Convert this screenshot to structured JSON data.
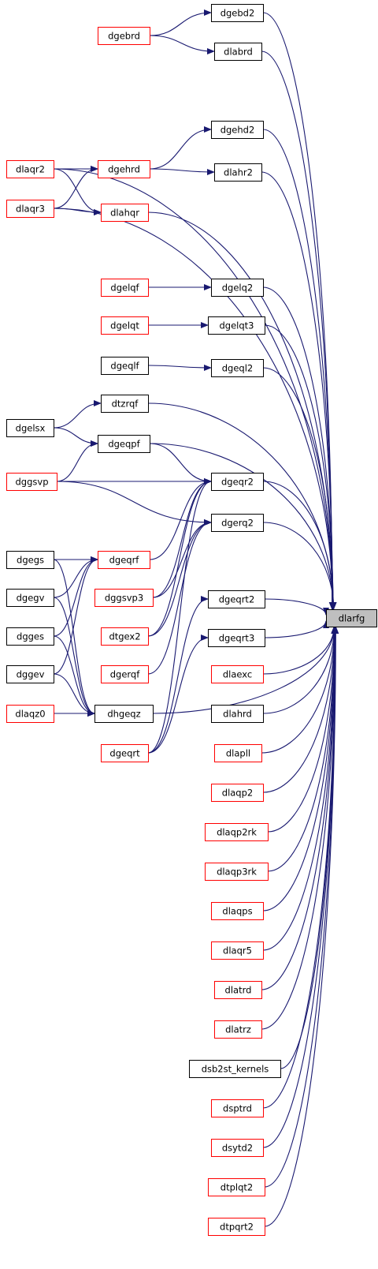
{
  "root": "dlarfg",
  "colors": {
    "edge": "#191970",
    "link_border": "#000000",
    "alt_border": "#ff0000",
    "root_fill": "#bfbfbf"
  },
  "nodes": [
    {
      "id": "dlarfg",
      "label": "dlarfg",
      "style": "root"
    },
    {
      "id": "dgebd2",
      "label": "dgebd2",
      "style": "black"
    },
    {
      "id": "dgebrd",
      "label": "dgebrd",
      "style": "red"
    },
    {
      "id": "dlabrd",
      "label": "dlabrd",
      "style": "black"
    },
    {
      "id": "dgehd2",
      "label": "dgehd2",
      "style": "black"
    },
    {
      "id": "dlaqr2",
      "label": "dlaqr2",
      "style": "red"
    },
    {
      "id": "dgehrd",
      "label": "dgehrd",
      "style": "red"
    },
    {
      "id": "dlahr2",
      "label": "dlahr2",
      "style": "black"
    },
    {
      "id": "dlaqr3",
      "label": "dlaqr3",
      "style": "red"
    },
    {
      "id": "dlahqr",
      "label": "dlahqr",
      "style": "red"
    },
    {
      "id": "dgelqf",
      "label": "dgelqf",
      "style": "red"
    },
    {
      "id": "dgelq2",
      "label": "dgelq2",
      "style": "black"
    },
    {
      "id": "dgelqt",
      "label": "dgelqt",
      "style": "red"
    },
    {
      "id": "dgelqt3",
      "label": "dgelqt3",
      "style": "black"
    },
    {
      "id": "dgeqlf",
      "label": "dgeqlf",
      "style": "black"
    },
    {
      "id": "dgeql2",
      "label": "dgeql2",
      "style": "black"
    },
    {
      "id": "dtzrqf",
      "label": "dtzrqf",
      "style": "black"
    },
    {
      "id": "dgelsx",
      "label": "dgelsx",
      "style": "black"
    },
    {
      "id": "dgeqpf",
      "label": "dgeqpf",
      "style": "black"
    },
    {
      "id": "dggsvp",
      "label": "dggsvp",
      "style": "red"
    },
    {
      "id": "dgeqr2",
      "label": "dgeqr2",
      "style": "black"
    },
    {
      "id": "dgerq2",
      "label": "dgerq2",
      "style": "black"
    },
    {
      "id": "dgegs",
      "label": "dgegs",
      "style": "black"
    },
    {
      "id": "dgeqrf",
      "label": "dgeqrf",
      "style": "red"
    },
    {
      "id": "dgegv",
      "label": "dgegv",
      "style": "black"
    },
    {
      "id": "dggsvp3",
      "label": "dggsvp3",
      "style": "red"
    },
    {
      "id": "dgeqrt2",
      "label": "dgeqrt2",
      "style": "black"
    },
    {
      "id": "dgges",
      "label": "dgges",
      "style": "black"
    },
    {
      "id": "dtgex2",
      "label": "dtgex2",
      "style": "red"
    },
    {
      "id": "dgeqrt3",
      "label": "dgeqrt3",
      "style": "black"
    },
    {
      "id": "dggev",
      "label": "dggev",
      "style": "black"
    },
    {
      "id": "dgerqf",
      "label": "dgerqf",
      "style": "red"
    },
    {
      "id": "dlaexc",
      "label": "dlaexc",
      "style": "red"
    },
    {
      "id": "dlaqz0",
      "label": "dlaqz0",
      "style": "red"
    },
    {
      "id": "dhgeqz",
      "label": "dhgeqz",
      "style": "black"
    },
    {
      "id": "dlahrd",
      "label": "dlahrd",
      "style": "black"
    },
    {
      "id": "dgeqrt",
      "label": "dgeqrt",
      "style": "red"
    },
    {
      "id": "dlapll",
      "label": "dlapll",
      "style": "red"
    },
    {
      "id": "dlaqp2",
      "label": "dlaqp2",
      "style": "red"
    },
    {
      "id": "dlaqp2rk",
      "label": "dlaqp2rk",
      "style": "red"
    },
    {
      "id": "dlaqp3rk",
      "label": "dlaqp3rk",
      "style": "red"
    },
    {
      "id": "dlaqps",
      "label": "dlaqps",
      "style": "red"
    },
    {
      "id": "dlaqr5",
      "label": "dlaqr5",
      "style": "red"
    },
    {
      "id": "dlatrd",
      "label": "dlatrd",
      "style": "red"
    },
    {
      "id": "dlatrz",
      "label": "dlatrz",
      "style": "red"
    },
    {
      "id": "dsb2st_kernels",
      "label": "dsb2st_kernels",
      "style": "black"
    },
    {
      "id": "dsptrd",
      "label": "dsptrd",
      "style": "red"
    },
    {
      "id": "dsytd2",
      "label": "dsytd2",
      "style": "red"
    },
    {
      "id": "dtplqt2",
      "label": "dtplqt2",
      "style": "red"
    },
    {
      "id": "dtpqrt2",
      "label": "dtpqrt2",
      "style": "red"
    }
  ],
  "edges": [
    [
      "dgebd2",
      "dlarfg"
    ],
    [
      "dlabrd",
      "dlarfg"
    ],
    [
      "dgehd2",
      "dlarfg"
    ],
    [
      "dlahr2",
      "dlarfg"
    ],
    [
      "dlahqr",
      "dlarfg"
    ],
    [
      "dlaqr2",
      "dlarfg"
    ],
    [
      "dlaqr3",
      "dlarfg"
    ],
    [
      "dgelq2",
      "dlarfg"
    ],
    [
      "dgelqt3",
      "dlarfg"
    ],
    [
      "dgeql2",
      "dlarfg"
    ],
    [
      "dtzrqf",
      "dlarfg"
    ],
    [
      "dgeqpf",
      "dlarfg"
    ],
    [
      "dgeqr2",
      "dlarfg"
    ],
    [
      "dgerq2",
      "dlarfg"
    ],
    [
      "dgeqrt2",
      "dlarfg"
    ],
    [
      "dgeqrt3",
      "dlarfg"
    ],
    [
      "dhgeqz",
      "dlarfg"
    ],
    [
      "dlaexc",
      "dlarfg"
    ],
    [
      "dlahrd",
      "dlarfg"
    ],
    [
      "dlapll",
      "dlarfg"
    ],
    [
      "dlaqp2",
      "dlarfg"
    ],
    [
      "dlaqp2rk",
      "dlarfg"
    ],
    [
      "dlaqp3rk",
      "dlarfg"
    ],
    [
      "dlaqps",
      "dlarfg"
    ],
    [
      "dlaqr5",
      "dlarfg"
    ],
    [
      "dlatrd",
      "dlarfg"
    ],
    [
      "dlatrz",
      "dlarfg"
    ],
    [
      "dsb2st_kernels",
      "dlarfg"
    ],
    [
      "dsptrd",
      "dlarfg"
    ],
    [
      "dsytd2",
      "dlarfg"
    ],
    [
      "dtplqt2",
      "dlarfg"
    ],
    [
      "dtpqrt2",
      "dlarfg"
    ],
    [
      "dgebrd",
      "dgebd2"
    ],
    [
      "dgebrd",
      "dlabrd"
    ],
    [
      "dgehrd",
      "dgehd2"
    ],
    [
      "dgehrd",
      "dlahr2"
    ],
    [
      "dlaqr2",
      "dgehrd"
    ],
    [
      "dlaqr3",
      "dgehrd"
    ],
    [
      "dlaqr2",
      "dlahqr"
    ],
    [
      "dlaqr3",
      "dlahqr"
    ],
    [
      "dgelqf",
      "dgelq2"
    ],
    [
      "dgelqt",
      "dgelqt3"
    ],
    [
      "dgeqlf",
      "dgeql2"
    ],
    [
      "dgelsx",
      "dtzrqf"
    ],
    [
      "dgelsx",
      "dgeqpf"
    ],
    [
      "dggsvp",
      "dgeqpf"
    ],
    [
      "dgeqpf",
      "dgeqr2"
    ],
    [
      "dggsvp",
      "dgeqr2"
    ],
    [
      "dggsvp",
      "dgerq2"
    ],
    [
      "dgegs",
      "dgeqrf"
    ],
    [
      "dgegv",
      "dgeqrf"
    ],
    [
      "dgges",
      "dgeqrf"
    ],
    [
      "dggev",
      "dgeqrf"
    ],
    [
      "dgeqrf",
      "dgeqr2"
    ],
    [
      "dggsvp3",
      "dgeqr2"
    ],
    [
      "dtgex2",
      "dgeqr2"
    ],
    [
      "dgeqrt",
      "dgeqr2"
    ],
    [
      "dggsvp3",
      "dgerq2"
    ],
    [
      "dtgex2",
      "dgerq2"
    ],
    [
      "dgerqf",
      "dgerq2"
    ],
    [
      "dgeqrt",
      "dgeqrt2"
    ],
    [
      "dgeqrt",
      "dgeqrt3"
    ],
    [
      "dgegs",
      "dhgeqz"
    ],
    [
      "dgegv",
      "dhgeqz"
    ],
    [
      "dgges",
      "dhgeqz"
    ],
    [
      "dggev",
      "dhgeqz"
    ],
    [
      "dlaqz0",
      "dhgeqz"
    ]
  ]
}
